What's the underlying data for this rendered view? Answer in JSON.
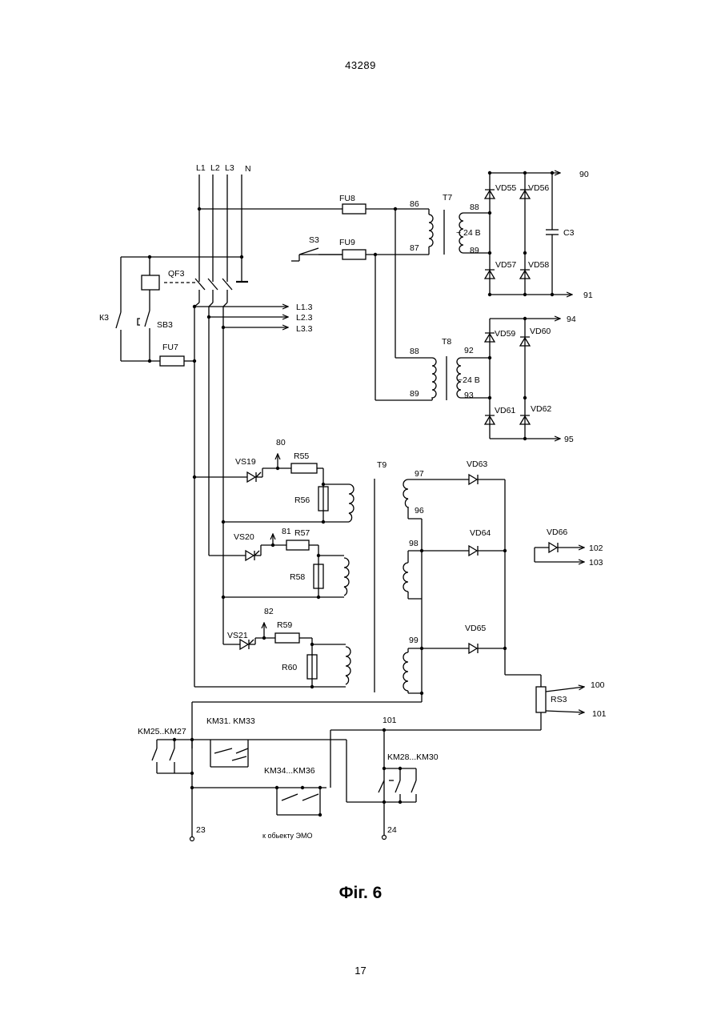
{
  "header": {
    "doc_number": "43289"
  },
  "footer": {
    "page_number": "17"
  },
  "caption": "Фіг. 6",
  "diagram": {
    "labels": {
      "L1": "L1",
      "L2": "L2",
      "L3": "L3",
      "N": "N",
      "QF3": "QF3",
      "K3": "К3",
      "SB3": "SB3",
      "FU7": "FU7",
      "L1_3": "L1.3",
      "L2_3": "L2.3",
      "L3_3": "L3.3",
      "FU8": "FU8",
      "FU9": "FU9",
      "S3": "S3",
      "n86": "86",
      "n87": "87",
      "T7": "T7",
      "n88a": "88",
      "n89a": "89",
      "v24a": "~ 24 B",
      "VD55": "VD55",
      "VD56": "VD56",
      "VD57": "VD57",
      "VD58": "VD58",
      "C3": "C3",
      "n90": "90",
      "n91": "91",
      "T8": "T8",
      "n88b": "88",
      "n89b": "89",
      "n92": "92",
      "n93": "93",
      "v24b": "~24 B",
      "VD59": "VD59",
      "VD60": "VD60",
      "VD61": "VD61",
      "VD62": "VD62",
      "n94": "94",
      "n95": "95",
      "n80": "80",
      "VS19": "VS19",
      "R55": "R55",
      "R56": "R56",
      "n81": "81",
      "VS20": "VS20",
      "R57": "R57",
      "R58": "R58",
      "n82": "82",
      "VS21": "VS21",
      "R59": "R59",
      "R60": "R60",
      "T9": "T9",
      "n97": "97",
      "n96": "96",
      "n98": "98",
      "n99": "99",
      "VD63": "VD63",
      "VD64": "VD64",
      "VD65": "VD65",
      "VD66": "VD66",
      "n102": "102",
      "n103": "103",
      "n100": "100",
      "n101a": "101",
      "RS3": "RS3",
      "n101b": "101",
      "KM25_27": "KM25..KM27",
      "KM31_33": "KM31. KM33",
      "KM34_36": "KM34...KM36",
      "KM28_30": "KM28...KM30",
      "n23": "23",
      "n24": "24",
      "emo": "к обьекту ЭМО"
    }
  }
}
